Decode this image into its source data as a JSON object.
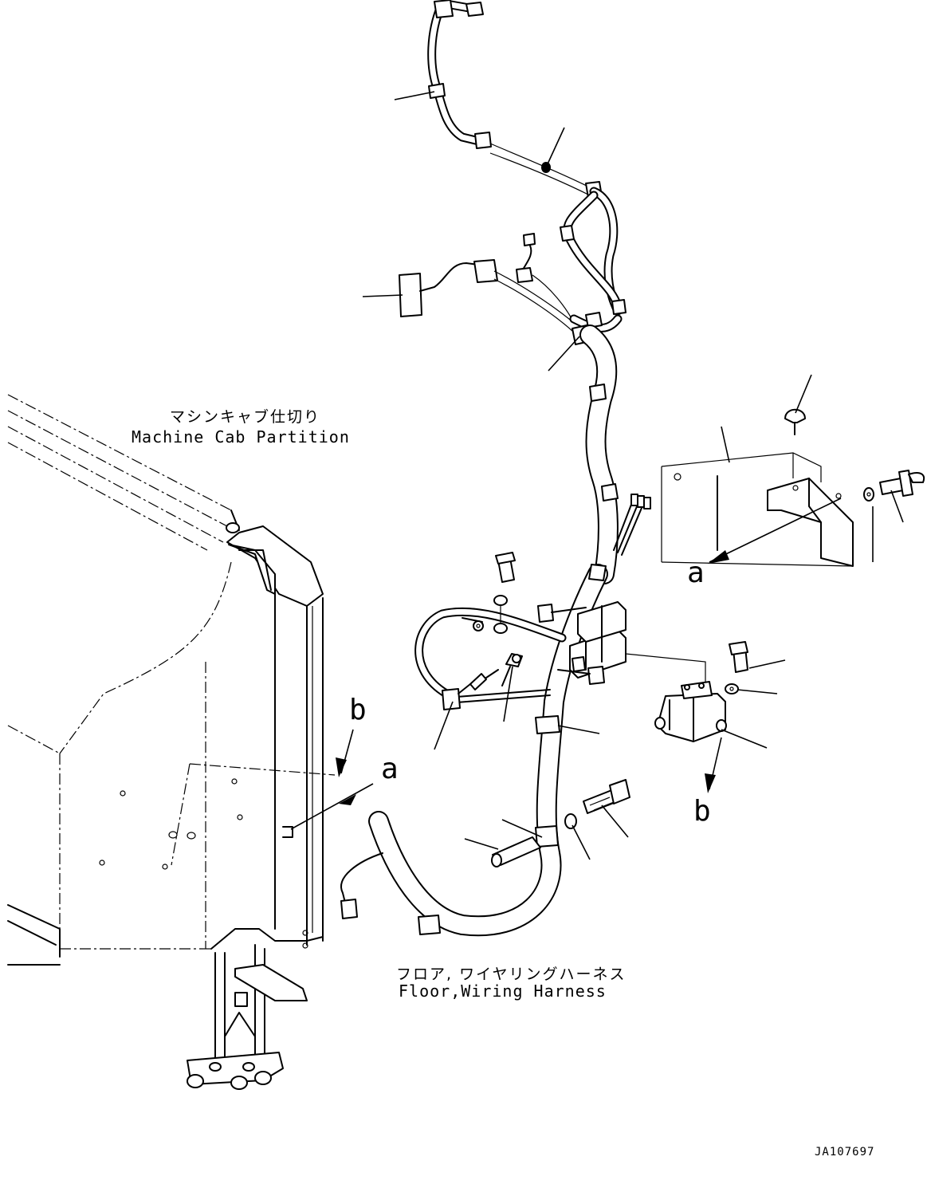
{
  "labels": {
    "partition_jp": "マシンキャブ仕切り",
    "partition_en": "Machine Cab Partition",
    "harness_jp": "フロア, ワイヤリングハーネス",
    "harness_en": "Floor,Wiring Harness",
    "ref_a": "a",
    "ref_b": "b",
    "drawing_code": "JA107697"
  }
}
